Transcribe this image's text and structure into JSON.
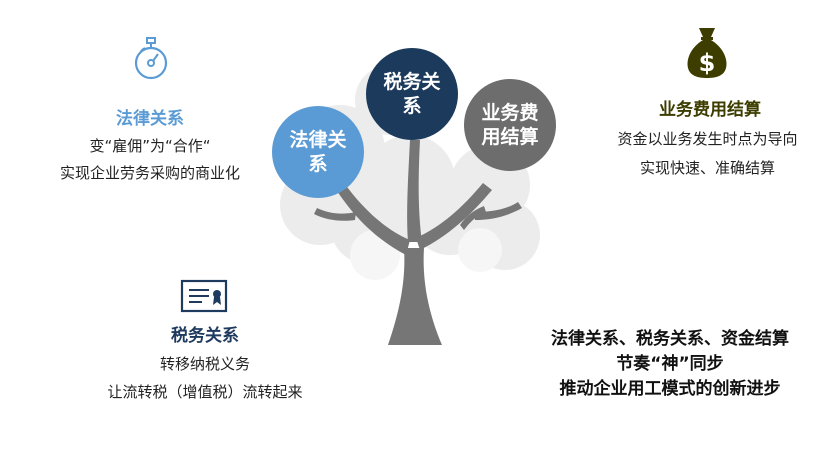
{
  "legal": {
    "title": "法律关系",
    "line1": "变“雇佣”为“合作“",
    "line2": "实现企业劳务采购的商业化",
    "icon": "stopwatch-icon",
    "color": "#5b9bd5"
  },
  "tax": {
    "title": "税务关系",
    "line1": "转移纳税义务",
    "line2": "让流转税（增值税）流转起来",
    "icon": "certificate-icon",
    "color": "#1f3a5f"
  },
  "settlement": {
    "title": "业务费用结算",
    "line1": "资金以业务发生时点为导向",
    "line2": "实现快速、准确结算",
    "icon": "money-bag-icon",
    "color": "#3d3d00"
  },
  "tree": {
    "circle_legal": "法律关系",
    "circle_tax": "税务关系",
    "circle_settlement": "业务费用结算",
    "trunk_color": "#767676",
    "blob_color": "#e9e9e9"
  },
  "summary": {
    "line1": "法律关系、税务关系、资金结算",
    "line2": "节奏“神”同步",
    "line3": "推动企业用工模式的创新进步"
  }
}
